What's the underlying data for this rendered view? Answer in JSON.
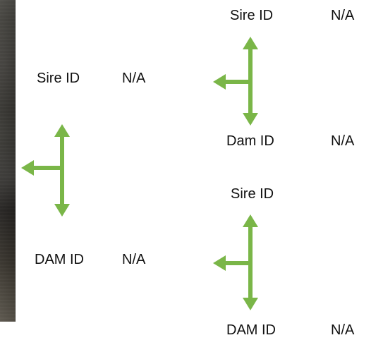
{
  "colors": {
    "arrow": "#7ab648",
    "text": "#111111",
    "background": "#ffffff"
  },
  "left_parent_group": {
    "sire_label": "Sire ID",
    "sire_value": "N/A",
    "dam_label": "DAM ID",
    "dam_value": "N/A"
  },
  "upper_right_group": {
    "sire_label": "Sire ID",
    "sire_value": "N/A",
    "dam_label": "Dam ID",
    "dam_value": "N/A"
  },
  "lower_right_group": {
    "sire_label": "Sire ID",
    "dam_label": "DAM ID",
    "dam_value": "N/A"
  }
}
